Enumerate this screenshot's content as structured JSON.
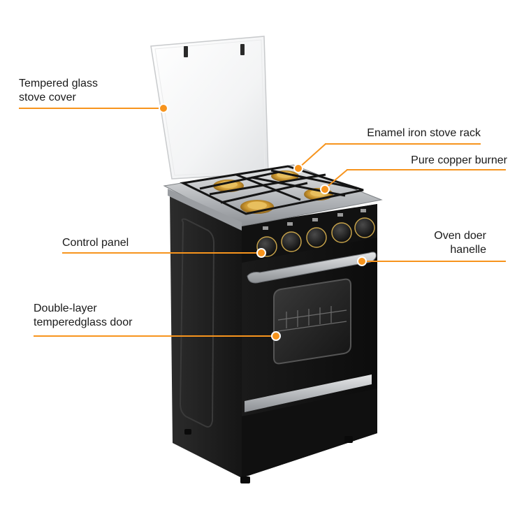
{
  "accent_color": "#f7941d",
  "callouts": {
    "glass_cover": {
      "line1": "Tempered glass",
      "line2": "stove cover"
    },
    "stove_rack": {
      "text": "Enamel iron stove rack"
    },
    "copper_burner": {
      "text": "Pure copper burner"
    },
    "control_panel": {
      "text": "Control panel"
    },
    "oven_handle": {
      "line1": "Oven doer",
      "line2": "hanelle"
    },
    "glass_door": {
      "line1": "Double-layer",
      "line2": "temperedglass door"
    }
  },
  "product": {
    "name_icon": "gas-stove-oven",
    "knob_count": 5,
    "burner_count": 4
  }
}
